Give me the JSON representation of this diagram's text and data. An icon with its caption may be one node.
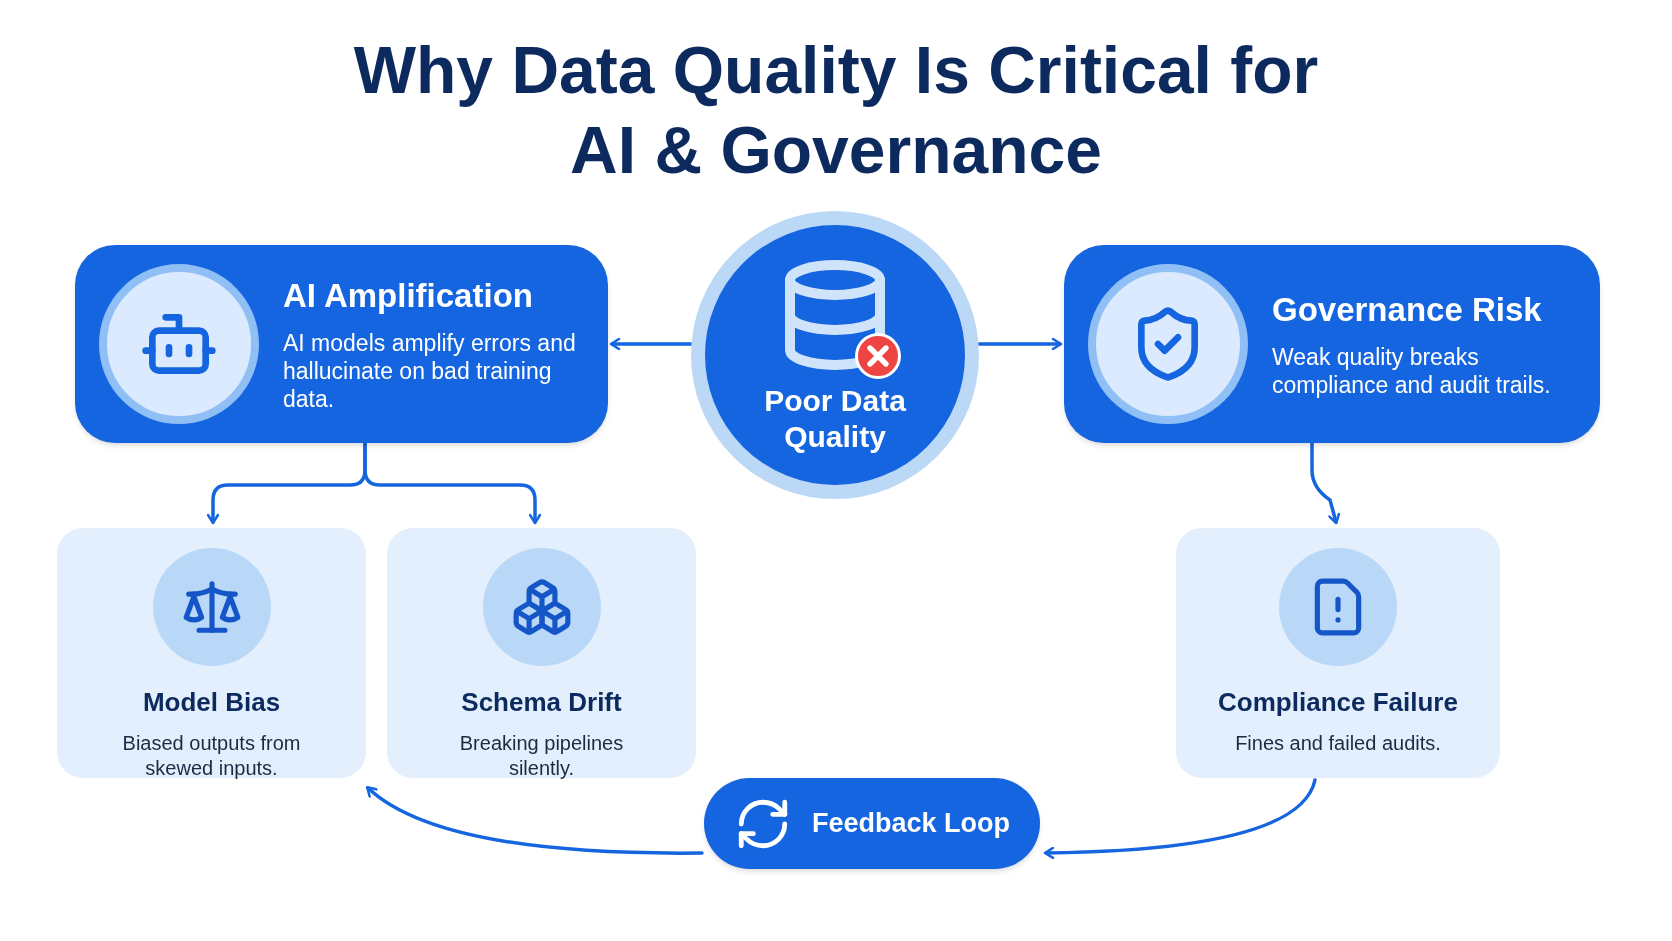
{
  "diagram": {
    "title": "Why **Data Quality** Is Critical for AI & Governance",
    "nodes": [
      {
        "text": [
          "AI Amplification",
          "AI models amplify errors and hallucinate on bad training data."
        ]
      },
      {
        "text": [
          "Poor Data Quality"
        ]
      },
      {
        "text": [
          "Governance Risk",
          "Weak quality breaks compliance and audit trails."
        ]
      },
      {
        "text": [
          "Model Bias",
          "Biased outputs from skewed inputs."
        ]
      },
      {
        "text": [
          "Schema Drift",
          "Breaking pipelines silently."
        ]
      },
      {
        "text": [
          "Compliance Failure",
          "Fines and failed audits."
        ]
      },
      {
        "text": [
          "Feedback Loop"
        ]
      }
    ],
    "edges": [
      {
        "from": 1,
        "to": 0,
        "arrow": "to"
      },
      {
        "from": 1,
        "to": 2,
        "arrow": "to"
      },
      {
        "from": 0,
        "to": 3,
        "arrow": "to"
      },
      {
        "from": 0,
        "to": 4,
        "arrow": "to"
      },
      {
        "from": 2,
        "to": 5,
        "arrow": "to"
      },
      {
        "from": 5,
        "to": 6,
        "arrow": "to"
      },
      {
        "from": 6,
        "to": 3,
        "arrow": "to"
      }
    ]
  }
}
